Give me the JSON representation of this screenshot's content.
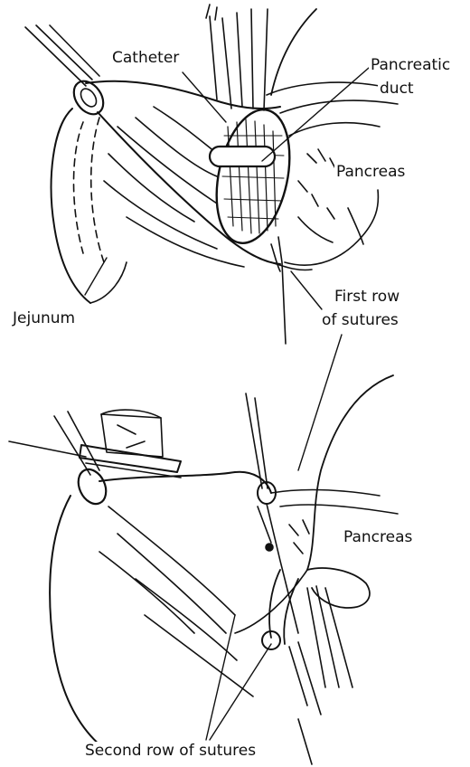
{
  "labels": {
    "catheter": "Catheter",
    "pancreatic_duct_1": "Pancreatic",
    "pancreatic_duct_2": "duct",
    "pancreas_top": "Pancreas",
    "jejunum": "Jejunum",
    "first_row_1": "First row",
    "first_row_2": "of sutures",
    "pancreas_bottom": "Pancreas",
    "second_row": "Second row of sutures"
  },
  "colors": {
    "ink": "#111111",
    "paper": "#ffffff"
  }
}
